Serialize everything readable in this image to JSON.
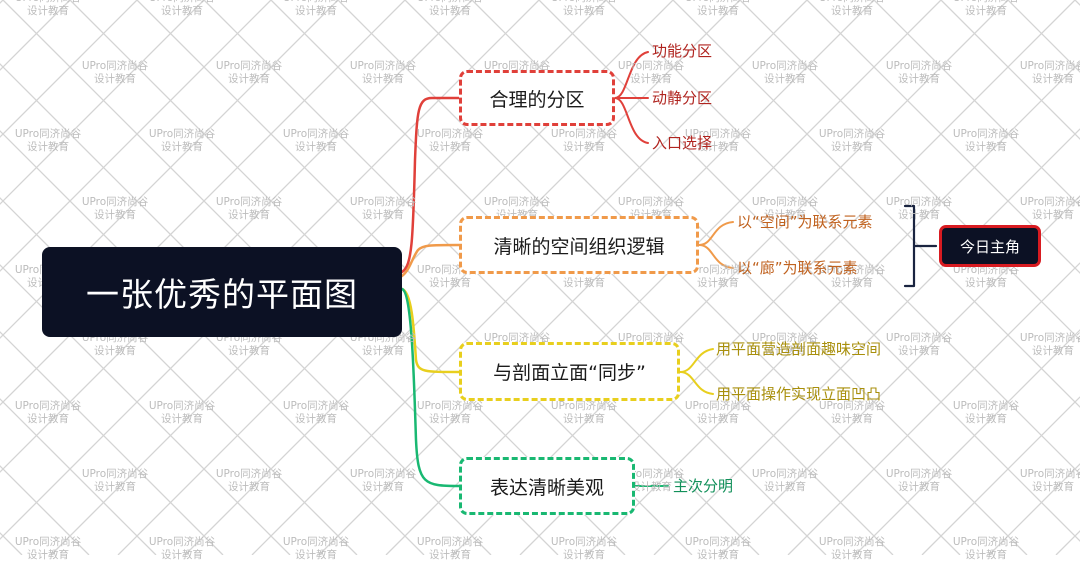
{
  "watermark": {
    "line1": "UPro同济尚谷",
    "line2": "设计教育"
  },
  "mindmap": {
    "root": "一张优秀的平面图",
    "branches": [
      {
        "label": "合理的分区",
        "color": "#e0403a",
        "leaves": [
          "功能分区",
          "动静分区",
          "入口选择"
        ]
      },
      {
        "label": "清晰的空间组织逻辑",
        "color": "#f09a4a",
        "leaves": [
          "以“空间”为联系元素",
          "以“廊”为联系元素"
        ]
      },
      {
        "label": "与剖面立面“同步”",
        "color": "#e8cf1e",
        "leaves": [
          "用平面营造剖面趣味空间",
          "用平面操作实现立面凹凸"
        ]
      },
      {
        "label": "表达清晰美观",
        "color": "#19b872",
        "leaves": [
          "主次分明"
        ]
      }
    ],
    "tag": "今日主角"
  },
  "colors": {
    "root_bg": "#0c1124",
    "bracket": "#1a2440",
    "tag_border": "#d81b21",
    "watermark_lines": "#d4d4d4"
  }
}
